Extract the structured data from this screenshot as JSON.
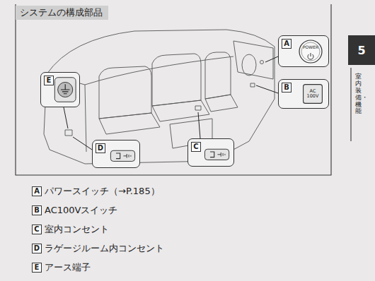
{
  "diagram": {
    "title": "システムの構成部品",
    "nodes": [
      {
        "text": [
          "A"
        ]
      },
      {
        "text": [
          "POWER"
        ],
        "in": 0
      },
      {
        "text": [
          "B"
        ]
      },
      {
        "text": [
          "AC 100V"
        ],
        "in": 2
      },
      {
        "text": [
          "C"
        ]
      },
      {
        "text": [
          "D"
        ]
      },
      {
        "text": [
          "E"
        ]
      },
      {
        "text": [
          "5"
        ]
      },
      {
        "text": [
          "A",
          "パワースイッチ（→P.185）"
        ]
      },
      {
        "text": [
          "B",
          "AC100Vスイッチ"
        ]
      },
      {
        "text": [
          "C",
          "室内コンセント"
        ]
      },
      {
        "text": [
          "D",
          "ラゲージルーム内コンセント"
        ]
      },
      {
        "text": [
          "E",
          "アース端子"
        ]
      }
    ],
    "labels": [
      "室内装備・機能"
    ]
  }
}
